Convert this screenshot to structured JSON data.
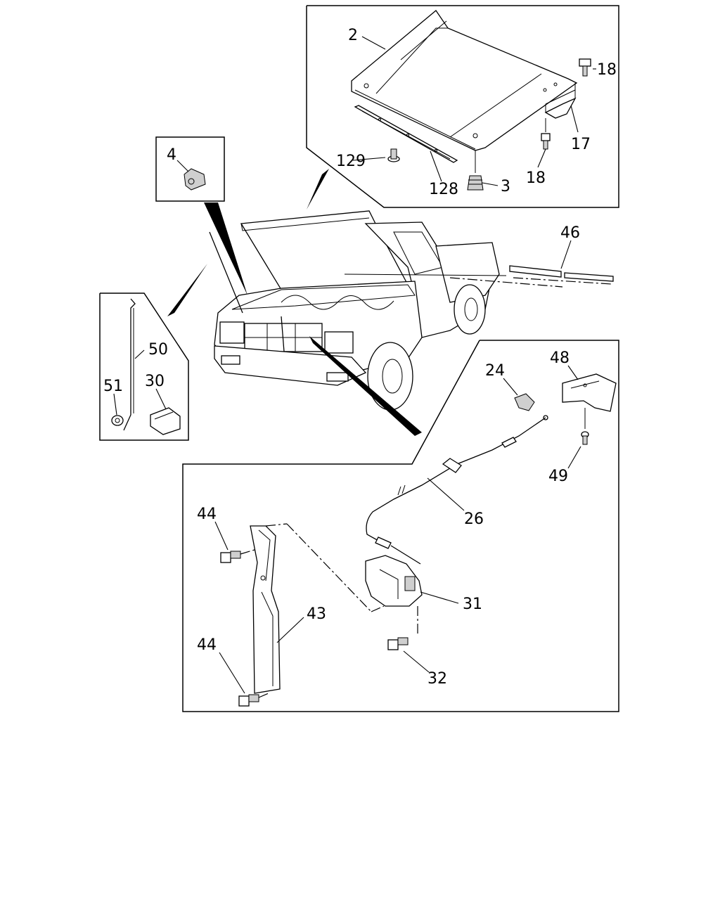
{
  "callouts": {
    "hood": "2",
    "hood_bumper": "3",
    "hood_clip": "4",
    "hinge": "17",
    "hinge_bolt_top": "18",
    "hinge_bolt_bottom": "18",
    "latch_clip": "24",
    "release_cable": "26",
    "support_grommet": "30",
    "hood_latch": "31",
    "latch_bolt": "32",
    "latch_support": "43",
    "support_bolt_top": "44",
    "support_bolt_bottom": "44",
    "weatherstrip": "46",
    "release_handle": "48",
    "handle_screw": "49",
    "support_rod": "50",
    "rod_clip": "51",
    "seal_clip": "129",
    "hood_seal": "128"
  }
}
